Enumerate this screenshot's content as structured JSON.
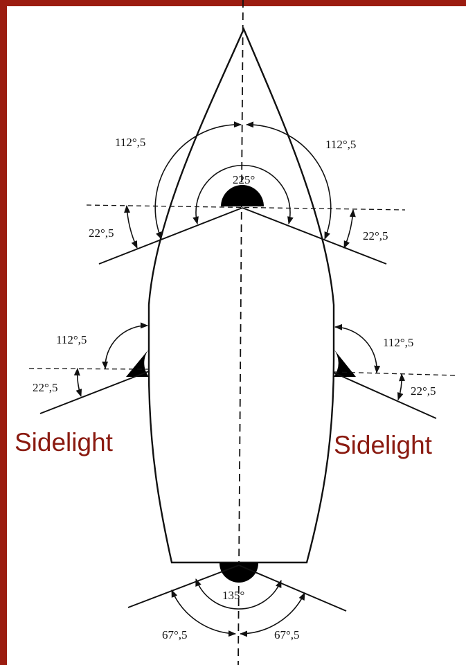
{
  "colors": {
    "frame": "#9b1c10",
    "label": "#8a1a10",
    "line": "#111111",
    "background": "#ffffff"
  },
  "labels": {
    "sidelight_left": "Sidelight",
    "sidelight_right": "Sidelight"
  },
  "angles": {
    "masthead_total": "225°",
    "masthead_left": "112°,5",
    "masthead_right": "112°,5",
    "masthead_abaft_left": "22°,5",
    "masthead_abaft_right": "22°,5",
    "port_sector": "112°,5",
    "port_abaft": "22°,5",
    "starboard_sector": "112°,5",
    "starboard_abaft": "22°,5",
    "stern_total": "135°",
    "stern_left": "67°,5",
    "stern_right": "67°,5"
  }
}
